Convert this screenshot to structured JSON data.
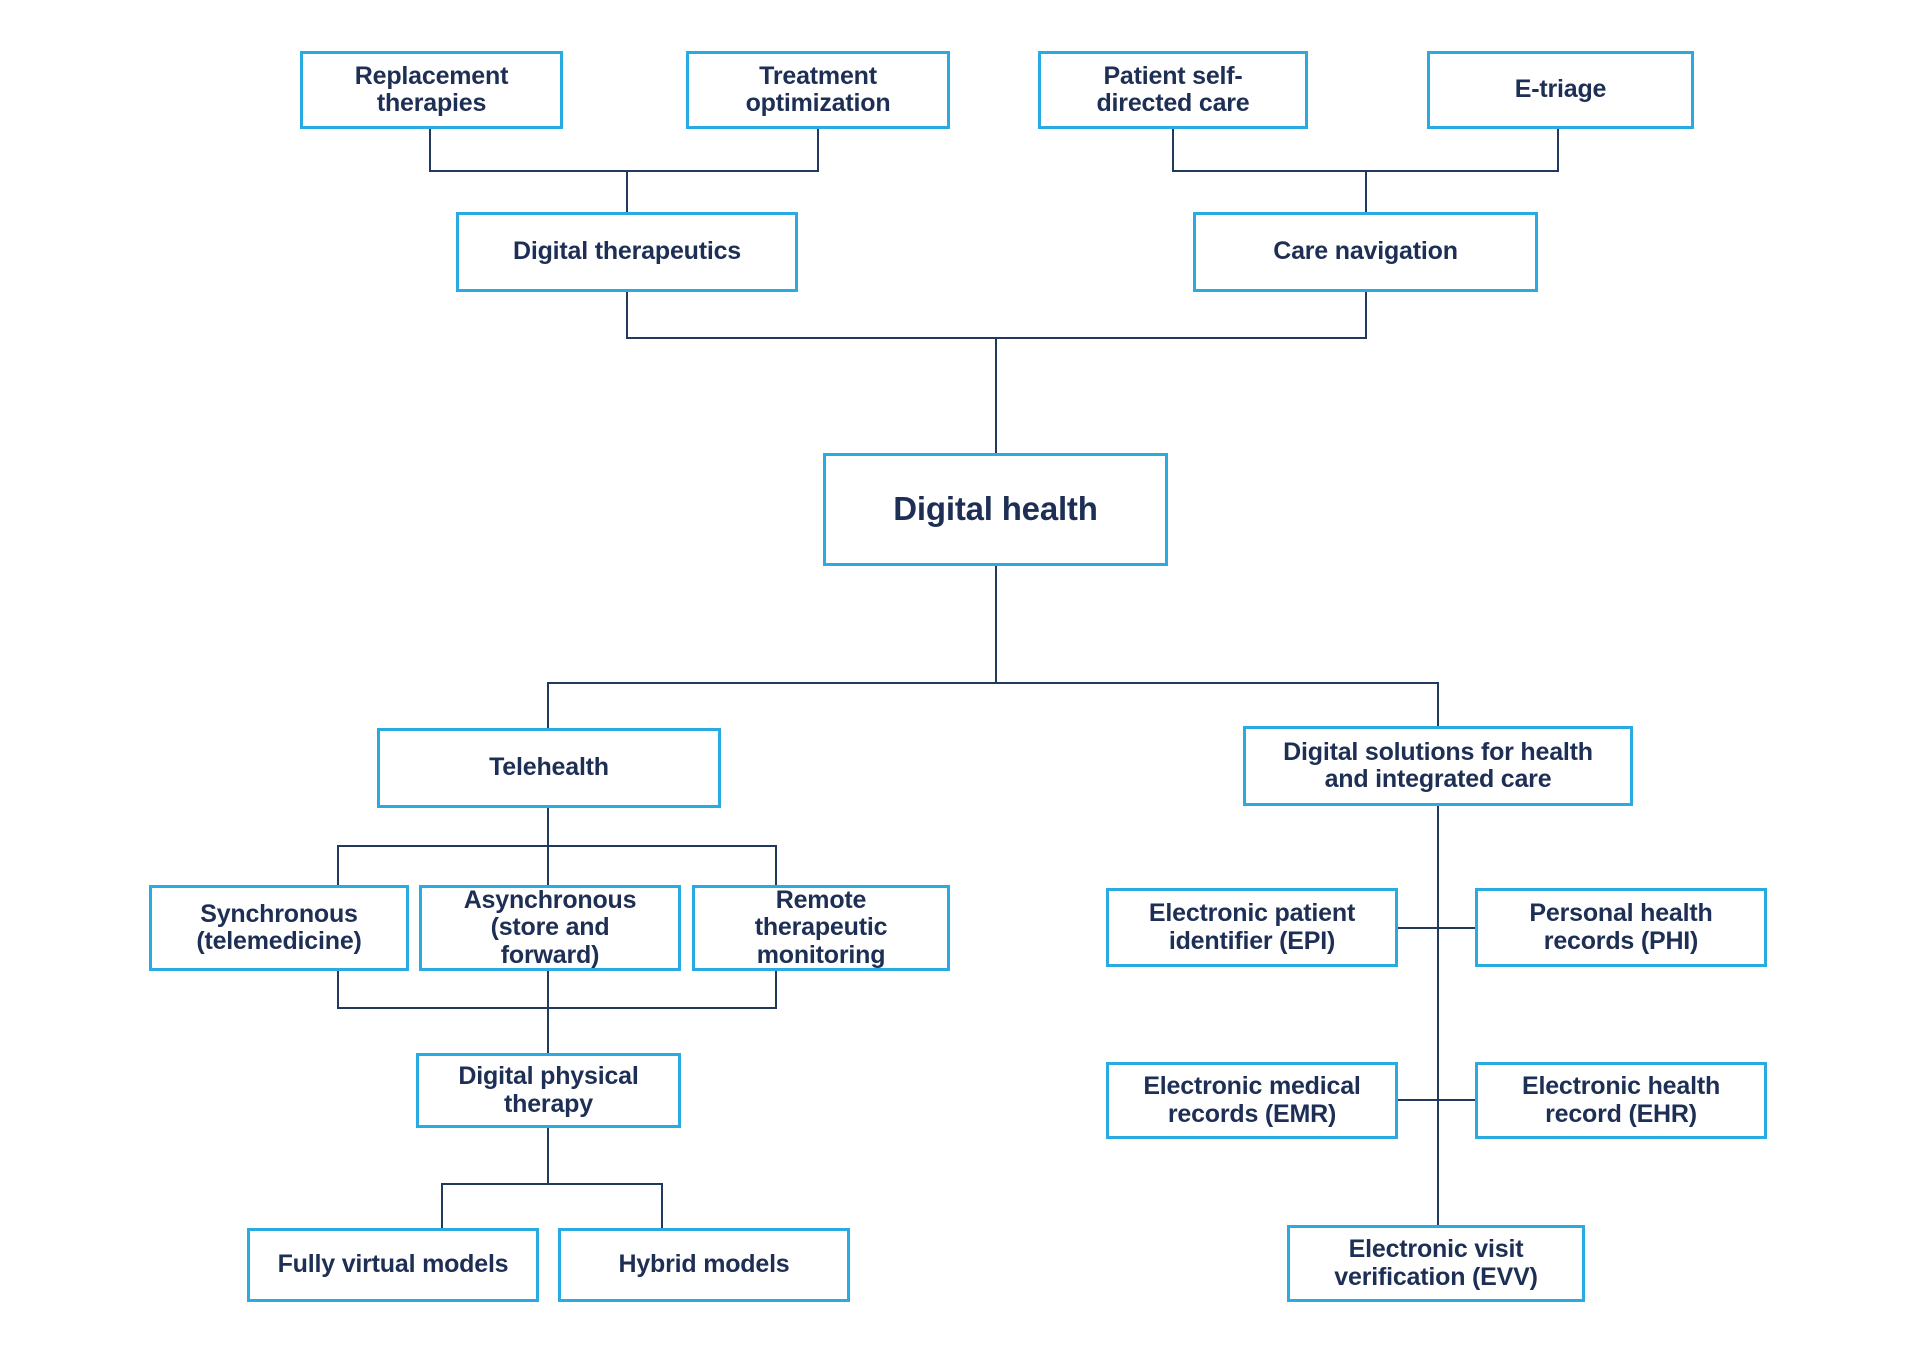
{
  "diagram": {
    "theme": {
      "box_border": "#29abe2",
      "connector": "#20395c",
      "text": "#1e2f55",
      "background": "#ffffff"
    },
    "labels": {
      "replacement_therapies": "Replacement\ntherapies",
      "treatment_optimization": "Treatment\noptimization",
      "patient_self_directed_care": "Patient self-\ndirected care",
      "e_triage": "E-triage",
      "digital_therapeutics": "Digital therapeutics",
      "care_navigation": "Care navigation",
      "digital_health": "Digital health",
      "telehealth": "Telehealth",
      "digital_solutions": "Digital solutions for health\nand integrated care",
      "synchronous": "Synchronous\n(telemedicine)",
      "asynchronous": "Asynchronous\n(store and\nforward)",
      "remote_therapeutic_monitoring": "Remote\ntherapeutic\nmonitoring",
      "digital_physical_therapy": "Digital physical\ntherapy",
      "fully_virtual_models": "Fully virtual models",
      "hybrid_models": "Hybrid models",
      "epi": "Electronic patient\nidentifier (EPI)",
      "phi": "Personal health\nrecords (PHI)",
      "emr": "Electronic medical\nrecords (EMR)",
      "ehr": "Electronic health\nrecord (EHR)",
      "evv": "Electronic visit\nverification (EVV)"
    }
  }
}
